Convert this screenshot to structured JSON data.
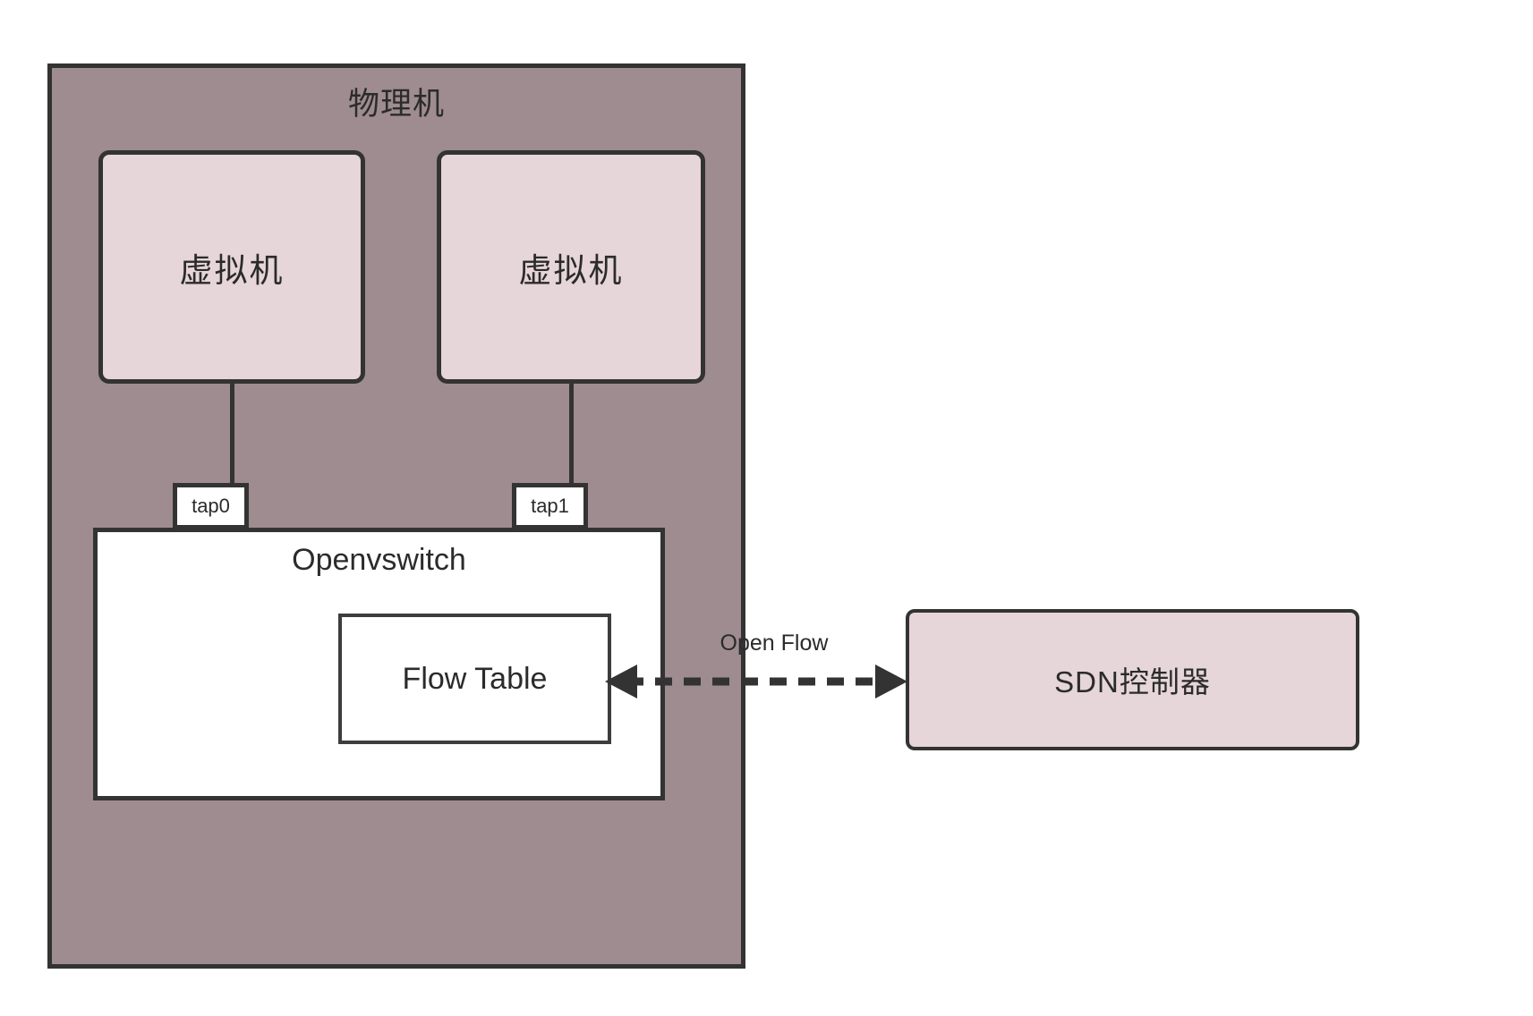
{
  "diagram": {
    "title_host": "物理机",
    "host": {
      "label": "物理机",
      "fill_color": "#9E8C90",
      "border_color": "#333333"
    },
    "vms": [
      {
        "label": "虚拟机",
        "fill_color": "#E6D5D9"
      },
      {
        "label": "虚拟机",
        "fill_color": "#E6D5D9"
      }
    ],
    "taps": [
      {
        "label": "tap0"
      },
      {
        "label": "tap1"
      }
    ],
    "switch": {
      "label": "Openvswitch",
      "fill_color": "#FFFFFF"
    },
    "flow_table": {
      "label": "Flow Table",
      "fill_color": "#FFFFFF"
    },
    "controller": {
      "label": "SDN控制器",
      "fill_color": "#E6D5D9"
    },
    "connection": {
      "label": "Open Flow",
      "style": "dashed",
      "arrowheads": "both",
      "color": "#333333"
    }
  }
}
